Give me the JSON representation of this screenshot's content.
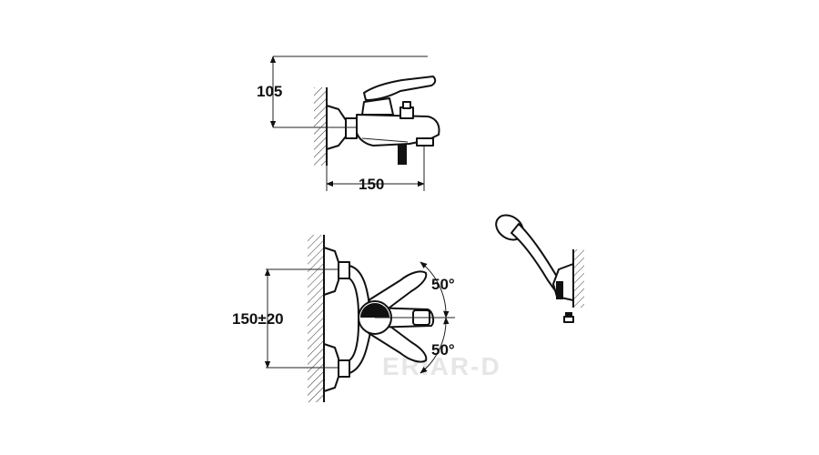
{
  "side_view": {
    "height_dim": "105",
    "depth_dim": "150"
  },
  "front_view": {
    "spacing_dim": "150±20",
    "angle_top": "50°",
    "angle_bottom": "50°"
  },
  "watermark": "ERIAR-D",
  "colors": {
    "line": "#111111",
    "wall_hatch": "#333333",
    "background": "#ffffff"
  }
}
